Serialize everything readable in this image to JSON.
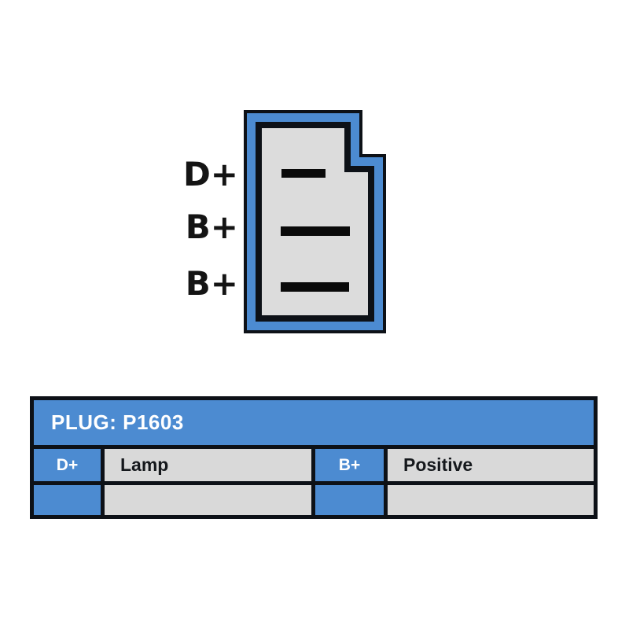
{
  "colors": {
    "accent_blue": "#4C8BD1",
    "cell_gray": "#D9D9D9",
    "plug_body_gray": "#DCDCDC",
    "border_black": "#0D1117",
    "terminal_black": "#0A0A0A",
    "title_text": "#FFFFFF",
    "label_text": "#141414"
  },
  "diagram": {
    "pin_labels": [
      "D+",
      "B+",
      "B+"
    ]
  },
  "table": {
    "title": "PLUG: P1603",
    "row1": [
      "D+",
      "Lamp",
      "B+",
      "Positive"
    ],
    "row2": [
      "",
      "",
      "",
      ""
    ]
  }
}
